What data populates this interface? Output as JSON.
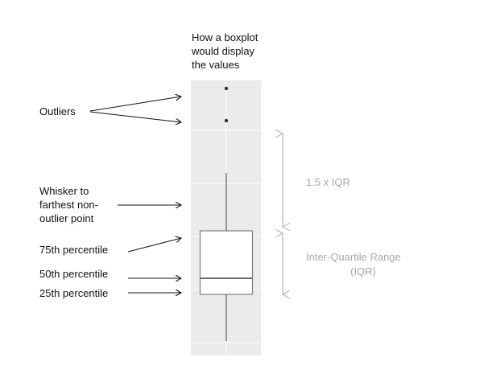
{
  "title": {
    "lines": [
      "How a boxplot",
      "would display",
      "the values"
    ]
  },
  "labels": {
    "outliers": "Outliers",
    "whisker": [
      "Whisker to",
      "farthest non-",
      "outlier point"
    ],
    "p75": "75th percentile",
    "p50": "50th percentile",
    "p25": "25th percentile"
  },
  "brackets": {
    "whisker_span": "1.5 x IQR",
    "iqr": [
      "Inter-Quartile Range",
      "(IQR)"
    ]
  },
  "colors": {
    "panel_background": "#ebebeb",
    "panel_grid": "#ffffff",
    "box_stroke": "#7f7f7f",
    "median": "#555555",
    "bracket_arrow": "#b5b5b5",
    "arrow": "#111111",
    "text": "#111111",
    "muted_text": "#a8a8a8"
  }
}
